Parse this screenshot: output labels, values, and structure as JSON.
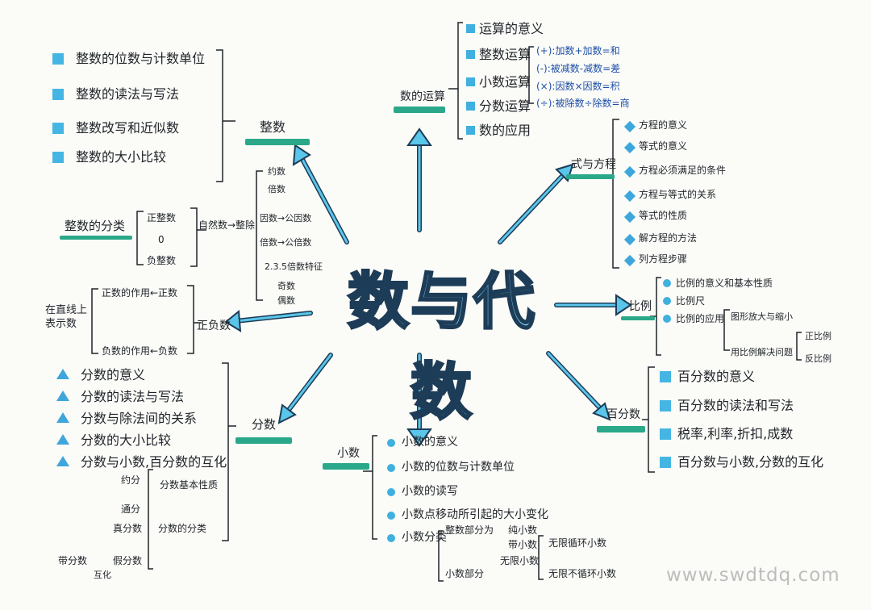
{
  "center_title": "数与代数",
  "zhengshu": {
    "label": "整数",
    "items": [
      "整数的位数与计数单位",
      "整数的读法与写法",
      "整数改写和近似数",
      "整数的大小比较"
    ],
    "fenlei": {
      "label": "整数的分类",
      "items": [
        "正整数",
        "0",
        "负整数"
      ],
      "ziran": "自然数→整除"
    },
    "zhengchu": [
      "约数",
      "倍数",
      "因数→公因数",
      "倍数→公倍数",
      "2.3.5倍数特征",
      "奇数",
      "偶数"
    ]
  },
  "zhengfushu": {
    "label": "正负数",
    "left": "在直线上表示数",
    "items": [
      "正数的作用←正数",
      "负数的作用←负数"
    ]
  },
  "fenshu": {
    "label": "分数",
    "items": [
      "分数的意义",
      "分数的读法与写法",
      "分数与除法间的关系",
      "分数的大小比较",
      "分数与小数,百分数的互化"
    ],
    "sub": {
      "yuefen": "约分",
      "tongfen": "通分",
      "jiben": "分数基本性质",
      "zhen": "真分数",
      "jia": "假分数",
      "dai": "带分数",
      "huhua": "互化",
      "fenlei": "分数的分类"
    }
  },
  "xiaoshu": {
    "label": "小数",
    "items": [
      "小数的意义",
      "小数的位数与计数单位",
      "小数的读写",
      "小数点移动所引起的大小变化",
      "小数分类"
    ],
    "sub": {
      "zhengshubufen": "整数部分为",
      "chunxiao": "纯小数",
      "daixiao": "带小数",
      "wuxian": "无限小数",
      "xunhuan": "无限循环小数",
      "buxunhuan": "无限不循环小数",
      "xiaoshubufen": "小数部分"
    }
  },
  "baifenshu": {
    "label": "百分数",
    "items": [
      "百分数的意义",
      "百分数的读法和写法",
      "税率,利率,折扣,成数",
      "百分数与小数,分数的互化"
    ]
  },
  "bili": {
    "label": "比例",
    "items": [
      "比例的意义和基本性质",
      "比例尺",
      "比例的应用"
    ],
    "sub": {
      "tuxing": "图形放大与缩小",
      "wenti": "用比例解决问题",
      "zheng": "正比例",
      "fan": "反比例"
    }
  },
  "fangcheng": {
    "label": "式与方程",
    "items": [
      "方程的意义",
      "等式的意义",
      "方程必须满足的条件",
      "方程与等式的关系",
      "等式的性质",
      "解方程的方法",
      "列方程步骤"
    ]
  },
  "yunsuan": {
    "label": "数的运算",
    "items": [
      "运算的意义",
      "整数运算",
      "小数运算",
      "分数运算",
      "数的应用"
    ],
    "formulas": [
      "(+):加数+加数=和",
      "(-):被减数-减数=差",
      "(×):因数×因数=积",
      "(÷):被除数÷除数=商"
    ]
  },
  "watermark": "www.swdtdq.com"
}
